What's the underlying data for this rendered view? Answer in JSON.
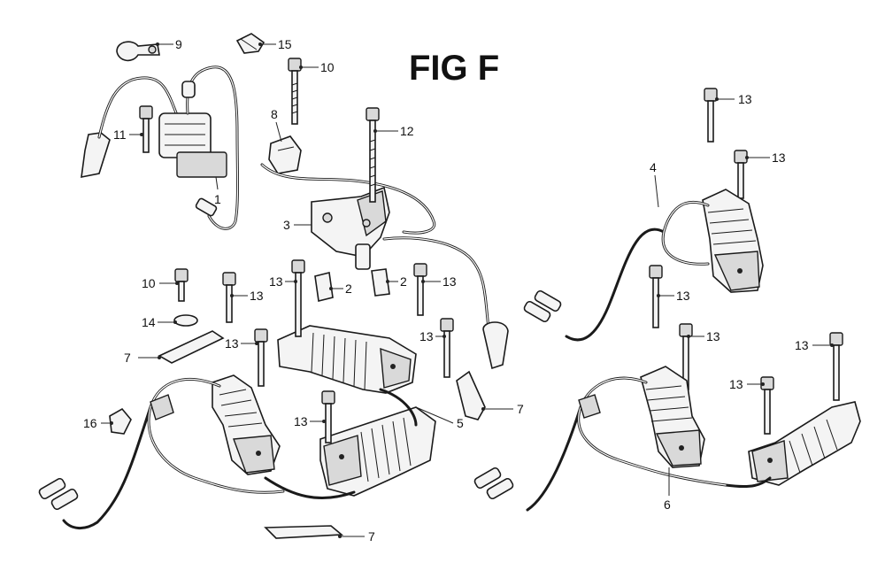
{
  "figure": {
    "title": "FIG F"
  },
  "callouts": [
    {
      "id": "c9",
      "label": "9"
    },
    {
      "id": "c15",
      "label": "15"
    },
    {
      "id": "c10a",
      "label": "10"
    },
    {
      "id": "c8",
      "label": "8"
    },
    {
      "id": "c11",
      "label": "11"
    },
    {
      "id": "c1",
      "label": "1"
    },
    {
      "id": "c12",
      "label": "12"
    },
    {
      "id": "c3",
      "label": "3"
    },
    {
      "id": "c2a",
      "label": "2"
    },
    {
      "id": "c2b",
      "label": "2"
    },
    {
      "id": "c13a",
      "label": "13"
    },
    {
      "id": "c13b",
      "label": "13"
    },
    {
      "id": "c10b",
      "label": "10"
    },
    {
      "id": "c13c",
      "label": "13"
    },
    {
      "id": "c14",
      "label": "14"
    },
    {
      "id": "c7a",
      "label": "7"
    },
    {
      "id": "c13d",
      "label": "13"
    },
    {
      "id": "c13e",
      "label": "13"
    },
    {
      "id": "c16",
      "label": "16"
    },
    {
      "id": "c13f",
      "label": "13"
    },
    {
      "id": "c5",
      "label": "5"
    },
    {
      "id": "c7b",
      "label": "7"
    },
    {
      "id": "c7c",
      "label": "7"
    },
    {
      "id": "c4",
      "label": "4"
    },
    {
      "id": "c13g",
      "label": "13"
    },
    {
      "id": "c13h",
      "label": "13"
    },
    {
      "id": "c13i",
      "label": "13"
    },
    {
      "id": "c13j",
      "label": "13"
    },
    {
      "id": "c13k",
      "label": "13"
    },
    {
      "id": "c13l",
      "label": "13"
    },
    {
      "id": "c6",
      "label": "6"
    }
  ]
}
